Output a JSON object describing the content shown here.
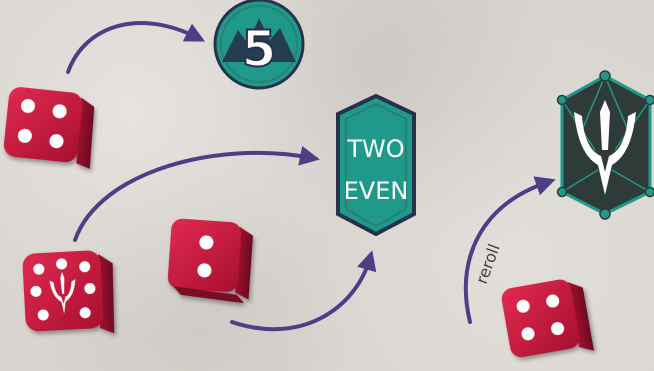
{
  "tokens": {
    "number_token": {
      "label": "5",
      "color": "#1f9a8a",
      "text_color": "#ffffff"
    },
    "condition_token": {
      "line1": "TWO",
      "line2": "EVEN",
      "color": "#1f9a8a",
      "border_color": "#27324a",
      "text_color": "#ffffff"
    },
    "symbol_token": {
      "color": "#2f3b38",
      "accent_color": "#1f9a8a",
      "icon": "fork-emblem-icon"
    }
  },
  "arrows": {
    "color": "#4d3f86",
    "reroll_label": "reroll"
  },
  "dice": [
    {
      "name": "die-four",
      "face": 4
    },
    {
      "name": "die-symbol",
      "face": "symbol"
    },
    {
      "name": "die-two",
      "face": 2
    },
    {
      "name": "die-four-reroll",
      "face": 4
    }
  ],
  "colors": {
    "die_red": "#c8163c",
    "die_dark": "#8e0f2b",
    "pip_white": "#ffffff",
    "background": "#d8d4cf"
  }
}
